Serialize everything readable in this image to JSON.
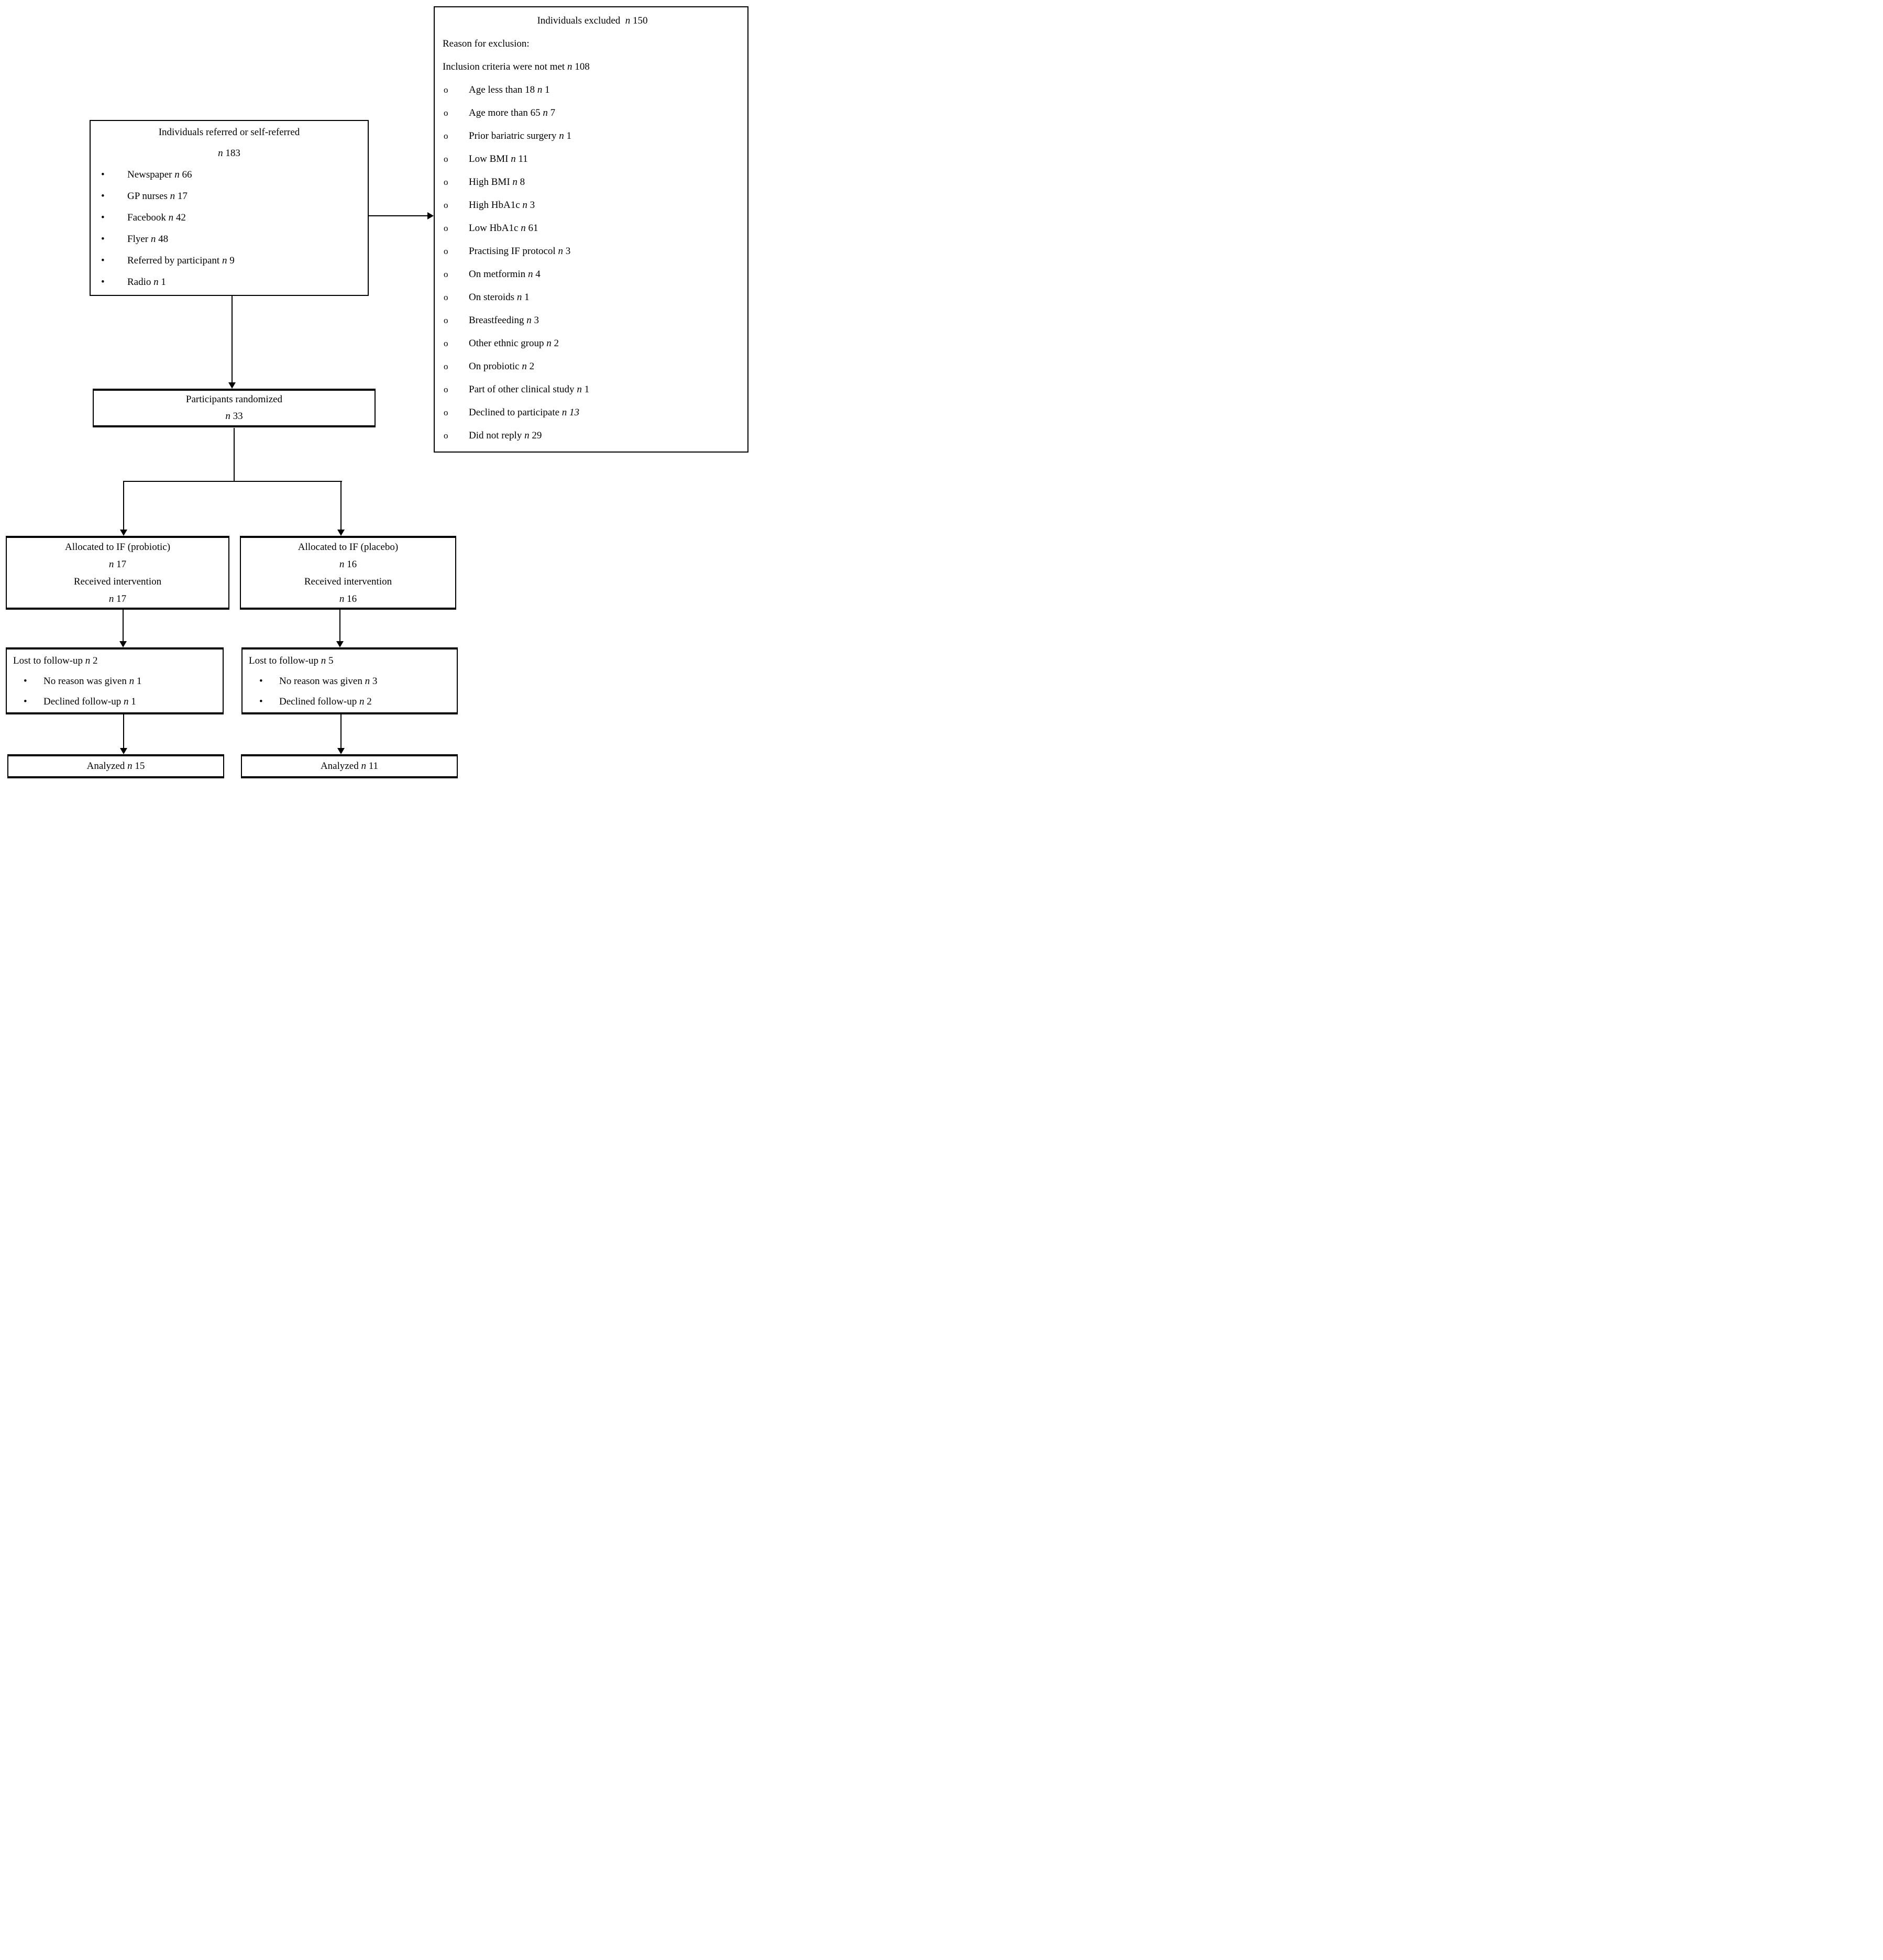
{
  "n_symbol": "n",
  "bullets": {
    "disc": "•",
    "circle": "o"
  },
  "referred": {
    "title": "Individuals referred or self-referred",
    "n": "183",
    "items": [
      {
        "label": "Newspaper",
        "n": "66"
      },
      {
        "label": "GP nurses",
        "n": "17"
      },
      {
        "label": "Facebook",
        "n": "42"
      },
      {
        "label": "Flyer",
        "n": "48"
      },
      {
        "label": "Referred by participant",
        "n": "9"
      },
      {
        "label": "Radio",
        "n": "1"
      }
    ]
  },
  "excluded": {
    "title": "Individuals excluded",
    "n": "150",
    "reason_heading": "Reason for exclusion:",
    "subheading": "Inclusion criteria were not met",
    "subheading_n": "108",
    "items": [
      {
        "label": "Age less than 18",
        "n": "1"
      },
      {
        "label": "Age more than 65",
        "n": "7"
      },
      {
        "label": "Prior bariatric surgery",
        "n": "1"
      },
      {
        "label": "Low BMI",
        "n": "11"
      },
      {
        "label": "High BMI",
        "n": "8"
      },
      {
        "label": "High HbA1c",
        "n": "3"
      },
      {
        "label": "Low HbA1c",
        "n": "61"
      },
      {
        "label": "Practising IF protocol",
        "n": "3"
      },
      {
        "label": "On metformin",
        "n": "4"
      },
      {
        "label": "On steroids",
        "n": "1"
      },
      {
        "label": "Breastfeeding",
        "n": "3"
      },
      {
        "label": "Other ethnic group",
        "n": "2"
      },
      {
        "label": "On probiotic",
        "n": "2"
      },
      {
        "label": "Part of other clinical study",
        "n": "1"
      },
      {
        "label": "Declined to participate",
        "n": "13"
      },
      {
        "label": "Did not reply",
        "n": "29"
      }
    ]
  },
  "randomized": {
    "title": "Participants randomized",
    "n": "33"
  },
  "alloc_probiotic": {
    "line1": "Allocated to IF (probiotic)",
    "n1": "17",
    "line2": "Received intervention",
    "n2": "17"
  },
  "alloc_placebo": {
    "line1": "Allocated to IF (placebo)",
    "n1": "16",
    "line2": "Received intervention",
    "n2": "16"
  },
  "lost_probiotic": {
    "title": "Lost to follow-up",
    "n": "2",
    "items": [
      {
        "label": "No reason was given",
        "n": "1"
      },
      {
        "label": "Declined follow-up",
        "n": "1"
      }
    ]
  },
  "lost_placebo": {
    "title": "Lost to follow-up",
    "n": "5",
    "items": [
      {
        "label": "No reason was given",
        "n": "3"
      },
      {
        "label": "Declined follow-up",
        "n": "2"
      }
    ]
  },
  "analyzed_probiotic": {
    "label": "Analyzed",
    "n": "15"
  },
  "analyzed_placebo": {
    "label": "Analyzed",
    "n": "11"
  }
}
